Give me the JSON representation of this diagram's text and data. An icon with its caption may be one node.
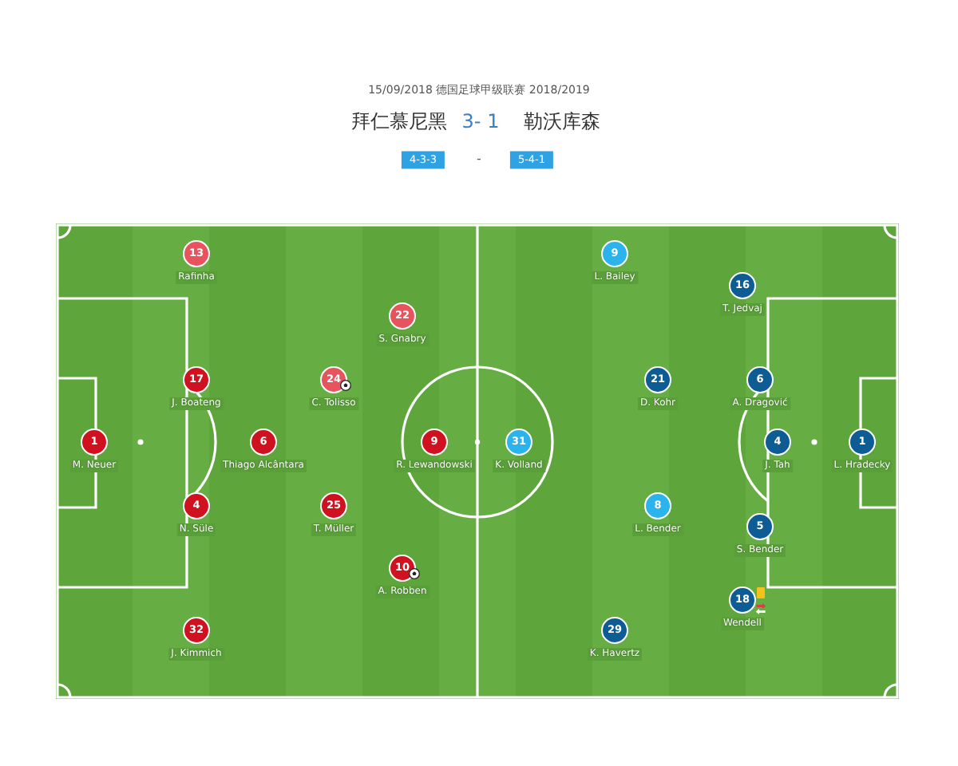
{
  "diagram": {
    "title": "15/09/2018 德国足球甲级联赛 2018/2019",
    "nodes": [
      {
        "text": [
          "4-3-3"
        ]
      },
      {
        "text": [
          "5-4-1"
        ]
      },
      {
        "text": [
          "13"
        ],
        "beside": [
          "Rafinha"
        ]
      },
      {
        "text": [
          "22"
        ],
        "beside": [
          "S. Gnabry"
        ]
      },
      {
        "text": [
          "17"
        ],
        "beside": [
          "J. Boateng"
        ]
      },
      {
        "text": [
          "24"
        ],
        "beside": [
          "C. Tolisso"
        ]
      },
      {
        "text": [
          "1"
        ],
        "beside": [
          "M. Neuer"
        ]
      },
      {
        "text": [
          "6"
        ],
        "beside": [
          "Thiago Alcântara"
        ]
      },
      {
        "text": [
          "9"
        ],
        "beside": [
          "R. Lewandowski"
        ]
      },
      {
        "text": [
          "4"
        ],
        "beside": [
          "N. Süle"
        ]
      },
      {
        "text": [
          "25"
        ],
        "beside": [
          "T. Müller"
        ]
      },
      {
        "text": [
          "10"
        ],
        "beside": [
          "A. Robben"
        ]
      },
      {
        "text": [
          "32"
        ],
        "beside": [
          "J. Kimmich"
        ]
      },
      {
        "text": [
          "9"
        ],
        "beside": [
          "L. Bailey"
        ]
      },
      {
        "text": [
          "16"
        ],
        "beside": [
          "T. Jedvaj"
        ]
      },
      {
        "text": [
          "21"
        ],
        "beside": [
          "D. Kohr"
        ]
      },
      {
        "text": [
          "6"
        ],
        "beside": [
          "A. Dragović"
        ]
      },
      {
        "text": [
          "31"
        ],
        "beside": [
          "K. Volland"
        ]
      },
      {
        "text": [
          "4"
        ],
        "beside": [
          "J. Tah"
        ]
      },
      {
        "text": [
          "1"
        ],
        "beside": [
          "L. Hradecky"
        ]
      },
      {
        "text": [
          "8"
        ],
        "beside": [
          "L. Bender"
        ]
      },
      {
        "text": [
          "5"
        ],
        "beside": [
          "S. Bender"
        ]
      },
      {
        "text": [
          "18"
        ],
        "beside": [
          "Wendell"
        ]
      },
      {
        "text": [
          "29"
        ],
        "beside": [
          "K. Havertz"
        ]
      }
    ],
    "labels": [
      "拜仁慕尼黑",
      "3- 1",
      "勒沃库森",
      "-"
    ]
  }
}
